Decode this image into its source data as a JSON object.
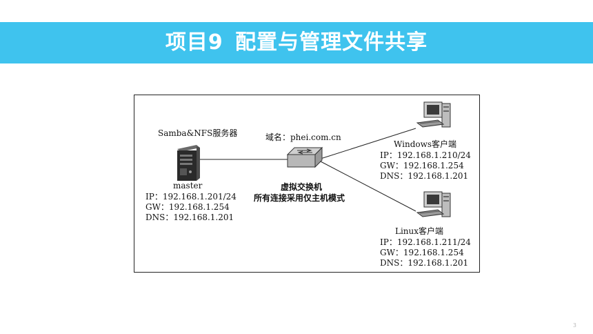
{
  "header": {
    "title_prefix": "项目9",
    "title_main": "配置与管理文件共享",
    "background_color": "#3fc3ee"
  },
  "diagram": {
    "server": {
      "heading": "Samba&NFS服务器",
      "name": "master",
      "ip": "IP：192.168.1.201/24",
      "gw": "GW：192.168.1.254",
      "dns": "DNS：192.168.1.201",
      "icon": "server-tower-icon"
    },
    "switch": {
      "domain": "域名：phei.com.cn",
      "name": "虚拟交换机",
      "mode": "所有连接采用仅主机模式",
      "icon": "network-switch-icon"
    },
    "windows_client": {
      "heading": "Windows客户端",
      "ip": "IP：192.168.1.210/24",
      "gw": "GW：192.168.1.254",
      "dns": "DNS：192.168.1.201",
      "icon": "desktop-computer-icon"
    },
    "linux_client": {
      "heading": "Linux客户端",
      "ip": "IP：192.168.1.211/24",
      "gw": "GW：192.168.1.254",
      "dns": "DNS：192.168.1.201",
      "icon": "desktop-computer-icon"
    }
  },
  "footer": {
    "page_number": "3"
  }
}
